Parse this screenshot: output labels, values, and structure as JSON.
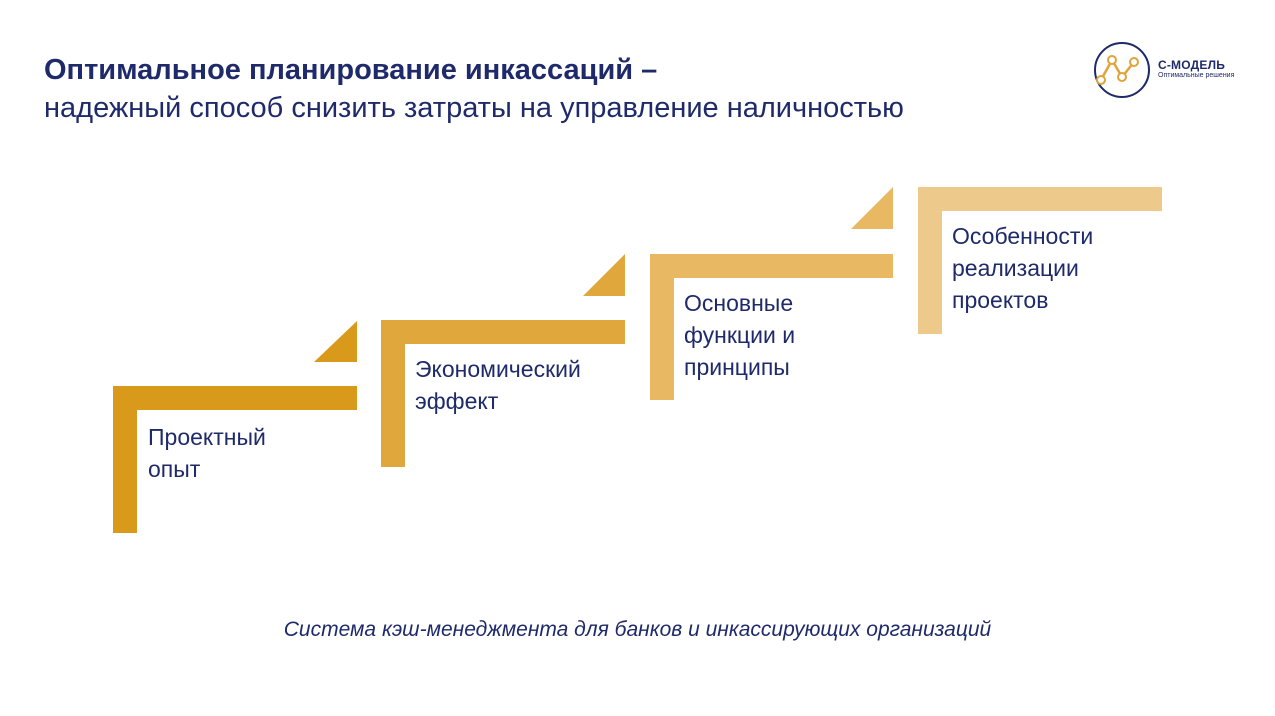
{
  "header": {
    "title": "Оптимальное планирование инкассаций –",
    "subtitle": "надежный способ снизить затраты на управление наличностью"
  },
  "logo": {
    "name": "С-МОДЕЛЬ",
    "tagline": "Оптимальные решения",
    "colors": {
      "ring": "#1f2a6b",
      "nodes": "#e0a43a"
    }
  },
  "steps": [
    {
      "lines": [
        "Проектный",
        "опыт"
      ],
      "color": "#d99a1c"
    },
    {
      "lines": [
        "Экономический",
        "эффект"
      ],
      "color": "#e0a83c"
    },
    {
      "lines": [
        "Основные",
        "функции и",
        "принципы"
      ],
      "color": "#e8b862"
    },
    {
      "lines": [
        "Особенности",
        "реализации",
        "проектов"
      ],
      "color": "#edc98b"
    }
  ],
  "footer": {
    "text": "Система кэш-менеджмента для банков и инкассирующих организаций"
  },
  "colors": {
    "text": "#1f2a6b"
  }
}
